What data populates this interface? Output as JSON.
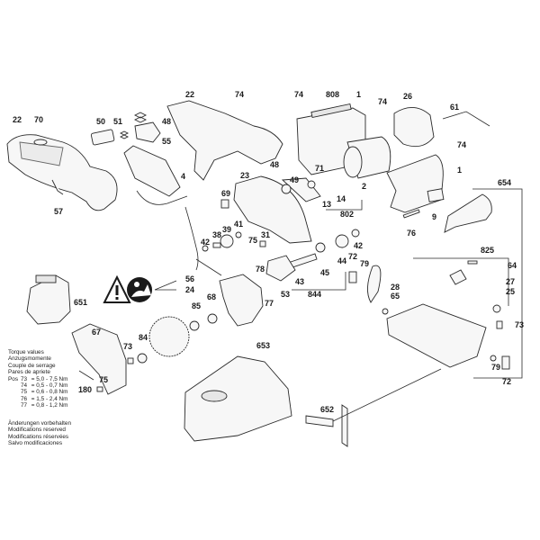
{
  "diagram": {
    "title": "Exploded parts diagram - cordless circular saw",
    "labels": [
      {
        "id": "p22a",
        "text": "22"
      },
      {
        "id": "p70",
        "text": "70"
      },
      {
        "id": "p50",
        "text": "50"
      },
      {
        "id": "p51",
        "text": "51"
      },
      {
        "id": "p48a",
        "text": "48"
      },
      {
        "id": "p55",
        "text": "55"
      },
      {
        "id": "p4",
        "text": "4"
      },
      {
        "id": "p57",
        "text": "57"
      },
      {
        "id": "p22b",
        "text": "22"
      },
      {
        "id": "p74a",
        "text": "74"
      },
      {
        "id": "p74b",
        "text": "74"
      },
      {
        "id": "p808",
        "text": "808"
      },
      {
        "id": "p1a",
        "text": "1"
      },
      {
        "id": "p74c",
        "text": "74"
      },
      {
        "id": "p26",
        "text": "26"
      },
      {
        "id": "p61",
        "text": "61"
      },
      {
        "id": "p74d",
        "text": "74"
      },
      {
        "id": "p1b",
        "text": "1"
      },
      {
        "id": "p48b",
        "text": "48"
      },
      {
        "id": "p71",
        "text": "71"
      },
      {
        "id": "p49",
        "text": "49"
      },
      {
        "id": "p13",
        "text": "13"
      },
      {
        "id": "p14",
        "text": "14"
      },
      {
        "id": "p2",
        "text": "2"
      },
      {
        "id": "p802",
        "text": "802"
      },
      {
        "id": "p23",
        "text": "23"
      },
      {
        "id": "p69",
        "text": "69"
      },
      {
        "id": "p9",
        "text": "9"
      },
      {
        "id": "p76",
        "text": "76"
      },
      {
        "id": "p654",
        "text": "654"
      },
      {
        "id": "p41",
        "text": "41"
      },
      {
        "id": "p39",
        "text": "39"
      },
      {
        "id": "p38",
        "text": "38"
      },
      {
        "id": "p42a",
        "text": "42"
      },
      {
        "id": "p75a",
        "text": "75"
      },
      {
        "id": "p31",
        "text": "31"
      },
      {
        "id": "p42b",
        "text": "42"
      },
      {
        "id": "p44",
        "text": "44"
      },
      {
        "id": "p45",
        "text": "45"
      },
      {
        "id": "p43",
        "text": "43"
      },
      {
        "id": "p844",
        "text": "844"
      },
      {
        "id": "p72a",
        "text": "72"
      },
      {
        "id": "p79a",
        "text": "79"
      },
      {
        "id": "p825",
        "text": "825"
      },
      {
        "id": "p64",
        "text": "64"
      },
      {
        "id": "p28",
        "text": "28"
      },
      {
        "id": "p65",
        "text": "65"
      },
      {
        "id": "p27",
        "text": "27"
      },
      {
        "id": "p25",
        "text": "25"
      },
      {
        "id": "p73a",
        "text": "73"
      },
      {
        "id": "p79b",
        "text": "79"
      },
      {
        "id": "p72b",
        "text": "72"
      },
      {
        "id": "p56",
        "text": "56"
      },
      {
        "id": "p24",
        "text": "24"
      },
      {
        "id": "p78",
        "text": "78"
      },
      {
        "id": "p53",
        "text": "53"
      },
      {
        "id": "p77",
        "text": "77"
      },
      {
        "id": "p68",
        "text": "68"
      },
      {
        "id": "p85",
        "text": "85"
      },
      {
        "id": "p651",
        "text": "651"
      },
      {
        "id": "p67",
        "text": "67"
      },
      {
        "id": "p84",
        "text": "84"
      },
      {
        "id": "p73b",
        "text": "73"
      },
      {
        "id": "p75b",
        "text": "75"
      },
      {
        "id": "p180",
        "text": "180"
      },
      {
        "id": "p653",
        "text": "653"
      },
      {
        "id": "p652",
        "text": "652"
      }
    ]
  },
  "torque": {
    "headings": [
      "Torque values",
      "Anzugsmomente",
      "Couple de serrage",
      "Pares de apriete"
    ],
    "prefix": "Pos",
    "rows": [
      {
        "pos": "73",
        "value": "5,0 - 7,5 Nm"
      },
      {
        "pos": "74",
        "value": "0,5 - 0,7 Nm"
      },
      {
        "pos": "75",
        "value": "0,6 - 0,8 Nm"
      },
      {
        "pos": "76",
        "value": "1,5 - 2,4 Nm"
      },
      {
        "pos": "77",
        "value": "0,8 - 1,2 Nm"
      }
    ]
  },
  "notice": [
    "Änderungen vorbehalten",
    "Modifications reserved",
    "Modifications réservées",
    "Salvo modificaciones"
  ],
  "symbols": {
    "warning": "warning-triangle",
    "manual": "read-manual"
  }
}
